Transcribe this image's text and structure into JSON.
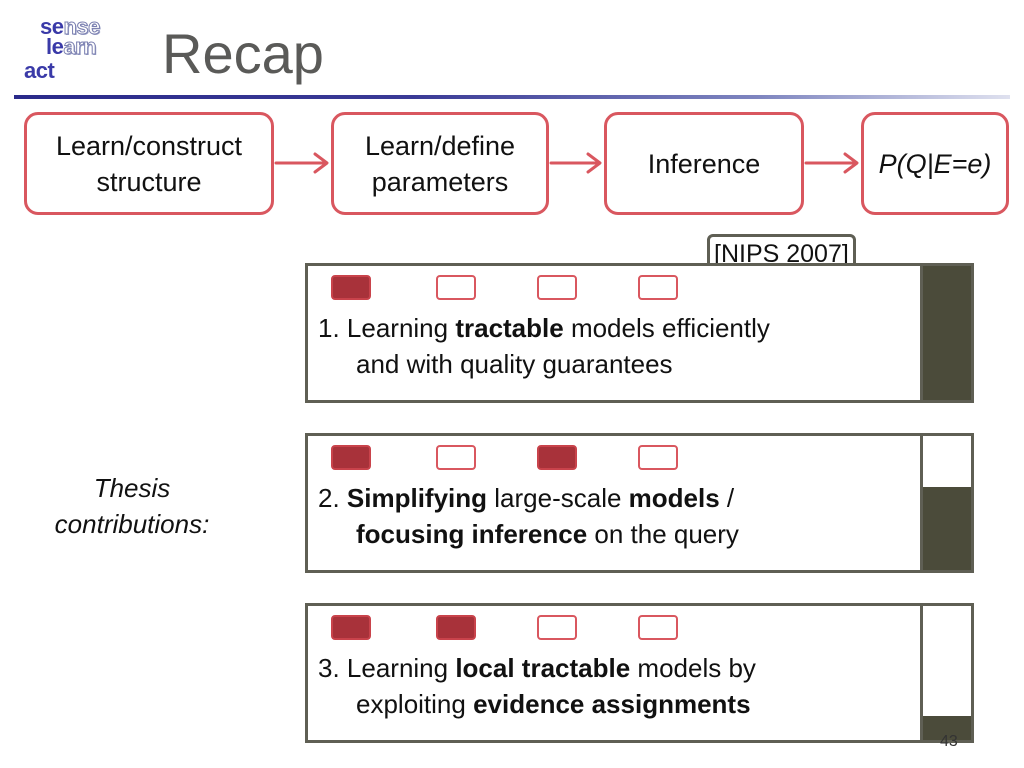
{
  "logo": {
    "line1_a": "se",
    "line1_b": "nse",
    "line2_a": "le",
    "line2_b": "arn",
    "line3_a": "act",
    "line3_b": ""
  },
  "title": "Recap",
  "pipeline": [
    {
      "lines": [
        "Learn/construct",
        "structure"
      ]
    },
    {
      "lines": [
        "Learn/define",
        "parameters"
      ]
    },
    {
      "lines": [
        "Inference"
      ]
    },
    {
      "lines": [
        "P(Q|E=e)"
      ],
      "italic": true
    }
  ],
  "nips_label": "[NIPS 2007]",
  "thesis_label": [
    "Thesis",
    "contributions:"
  ],
  "contributions": [
    {
      "mini_states": [
        true,
        false,
        false,
        false
      ],
      "level": 1.0,
      "line1": [
        {
          "t": "1. Learning ",
          "b": false
        },
        {
          "t": "tractable",
          "b": true
        },
        {
          "t": " models efficiently",
          "b": false
        }
      ],
      "line2": [
        {
          "t": "and with quality guarantees",
          "b": false
        }
      ]
    },
    {
      "mini_states": [
        true,
        false,
        true,
        false
      ],
      "level": 0.62,
      "line1": [
        {
          "t": "2. ",
          "b": false
        },
        {
          "t": "Simplifying",
          "b": true
        },
        {
          "t": " large-scale ",
          "b": false
        },
        {
          "t": "models",
          "b": true
        },
        {
          "t": " /",
          "b": false
        }
      ],
      "line2": [
        {
          "t": "focusing inference",
          "b": true
        },
        {
          "t": " on the query",
          "b": false
        }
      ]
    },
    {
      "mini_states": [
        true,
        true,
        false,
        false
      ],
      "level": 0.18,
      "line1": [
        {
          "t": "3. Learning ",
          "b": false
        },
        {
          "t": "local tractable",
          "b": true
        },
        {
          "t": " models by",
          "b": false
        }
      ],
      "line2": [
        {
          "t": "exploiting ",
          "b": false
        },
        {
          "t": "evidence assignments",
          "b": true
        }
      ]
    }
  ],
  "page_number": "43",
  "colors": {
    "accent_red": "#d9575f",
    "filled_red": "#a8323a",
    "panel_border": "#5f5f54",
    "bar_fill": "#4b4b3a"
  }
}
